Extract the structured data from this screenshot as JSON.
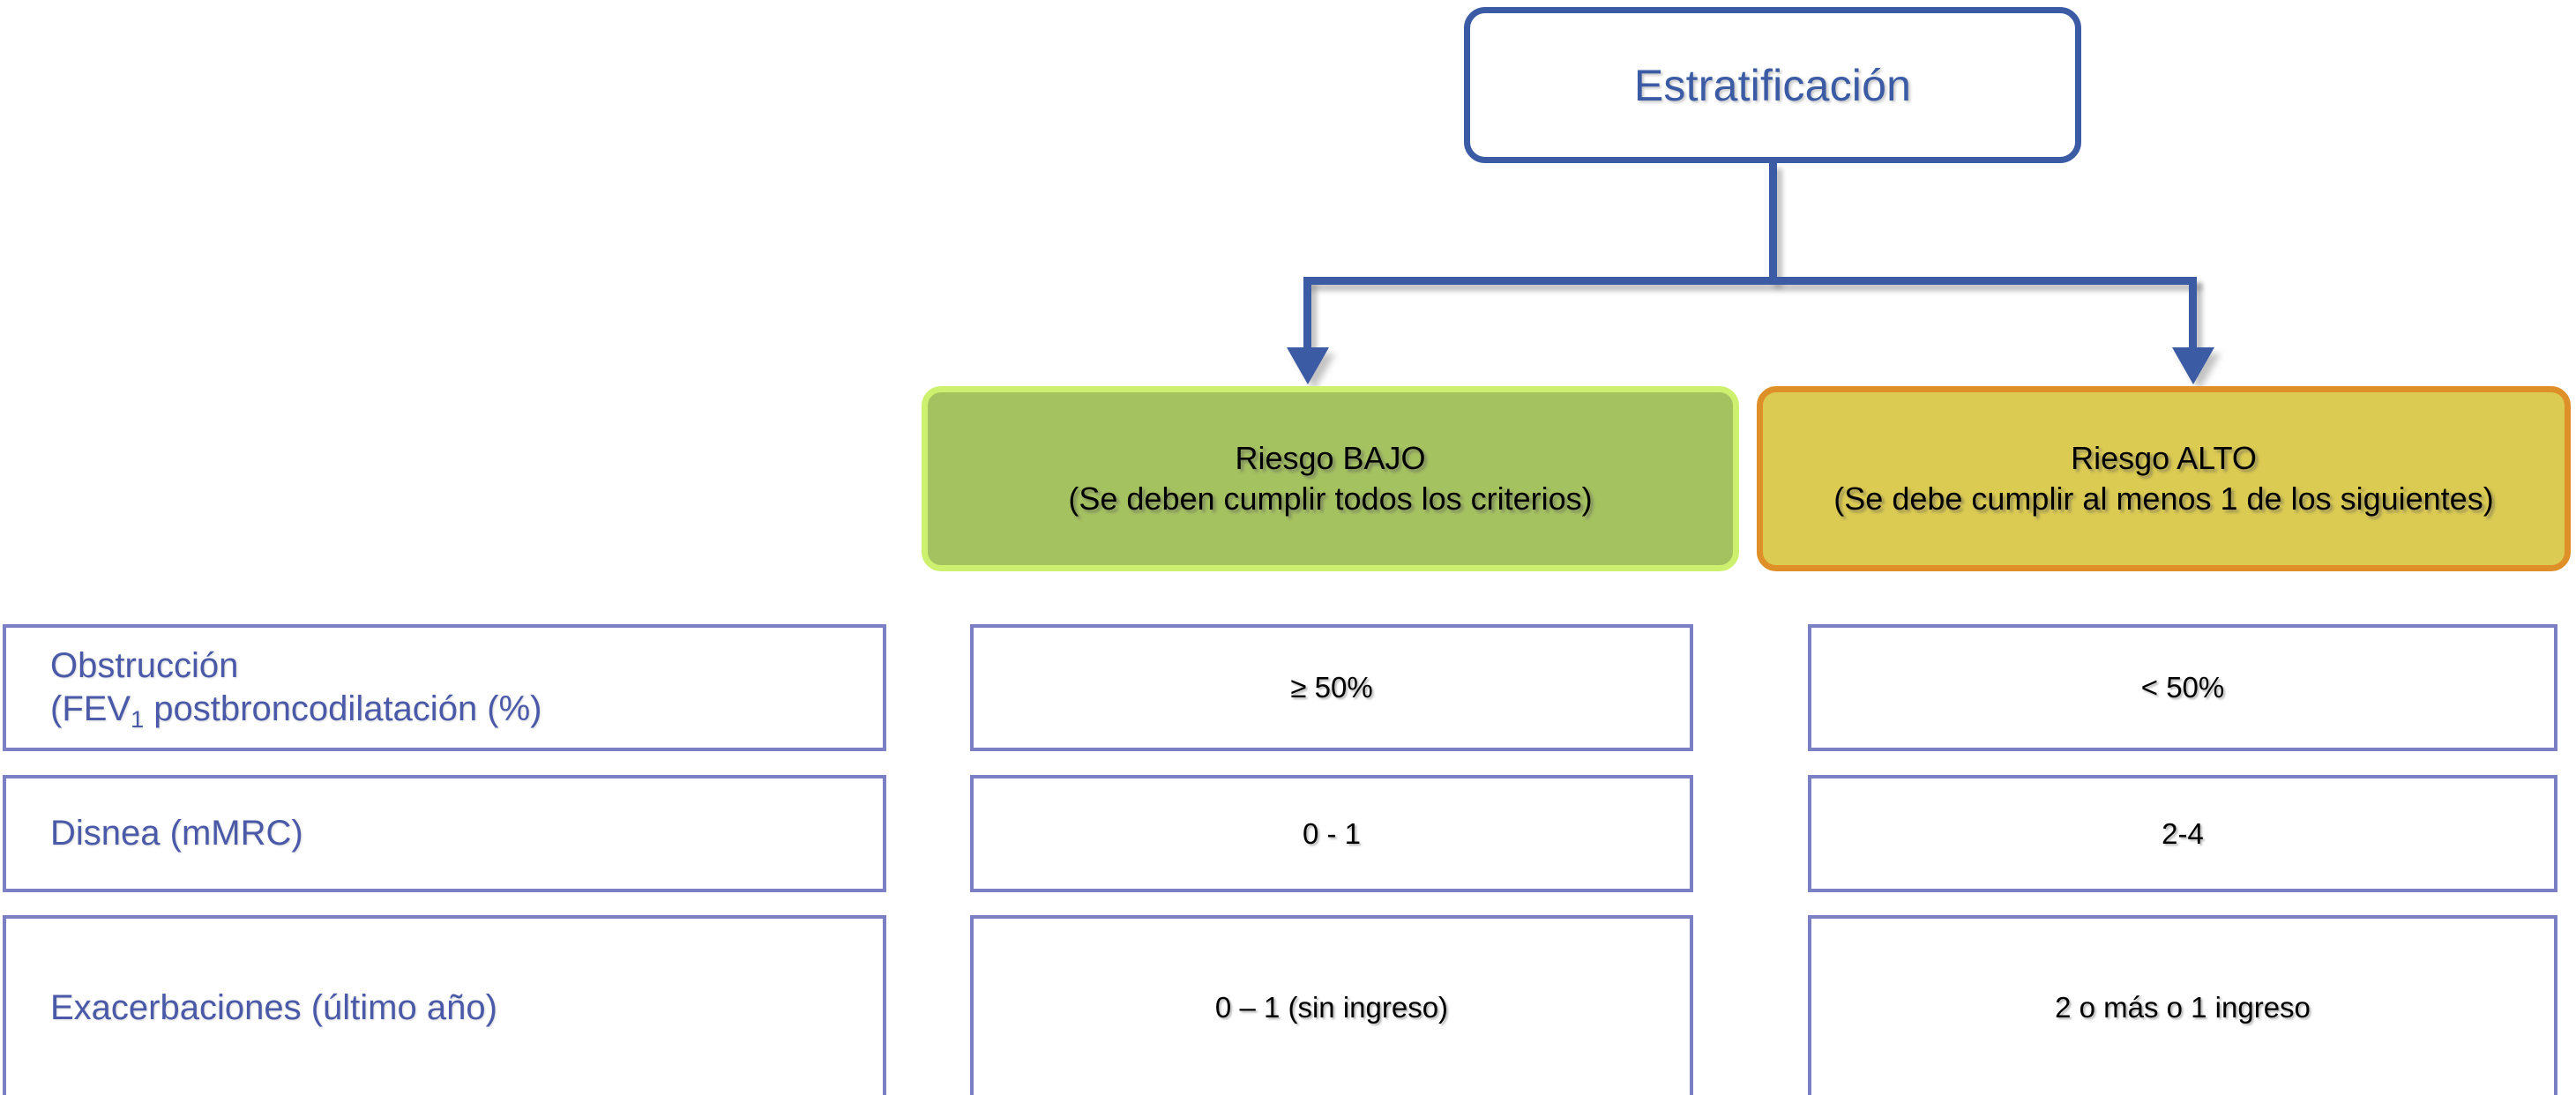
{
  "diagram": {
    "root": {
      "label": "Estratificación"
    },
    "branches": [
      {
        "key": "low",
        "title": "Riesgo BAJO",
        "subtitle": "(Se deben cumplir todos los criterios)",
        "fill_color": "#a5c261",
        "border_color": "#cdf06e"
      },
      {
        "key": "high",
        "title": "Riesgo ALTO",
        "subtitle": "(Se debe cumplir al menos 1 de los siguientes)",
        "fill_color": "#dccb52",
        "border_color": "#df8f28"
      }
    ],
    "connector_color": "#3b5ba5",
    "criteria_border_color": "#7b7fc4",
    "criteria_label_color": "#4a5aa8",
    "criteria": [
      {
        "label_line1": "Obstrucción",
        "label_line2_pre": "(FEV",
        "label_line2_sub": "1",
        "label_line2_post": " postbroncodilatación (%)",
        "low": "≥ 50%",
        "high": "< 50%"
      },
      {
        "label_line1": "Disnea (mMRC)",
        "label_line2_pre": "",
        "label_line2_sub": "",
        "label_line2_post": "",
        "low": "0 - 1",
        "high": "2-4"
      },
      {
        "label_line1": "Exacerbaciones (último año)",
        "label_line2_pre": "",
        "label_line2_sub": "",
        "label_line2_post": "",
        "low": "0 – 1 (sin ingreso)",
        "high": "2 o más o 1 ingreso"
      }
    ]
  }
}
